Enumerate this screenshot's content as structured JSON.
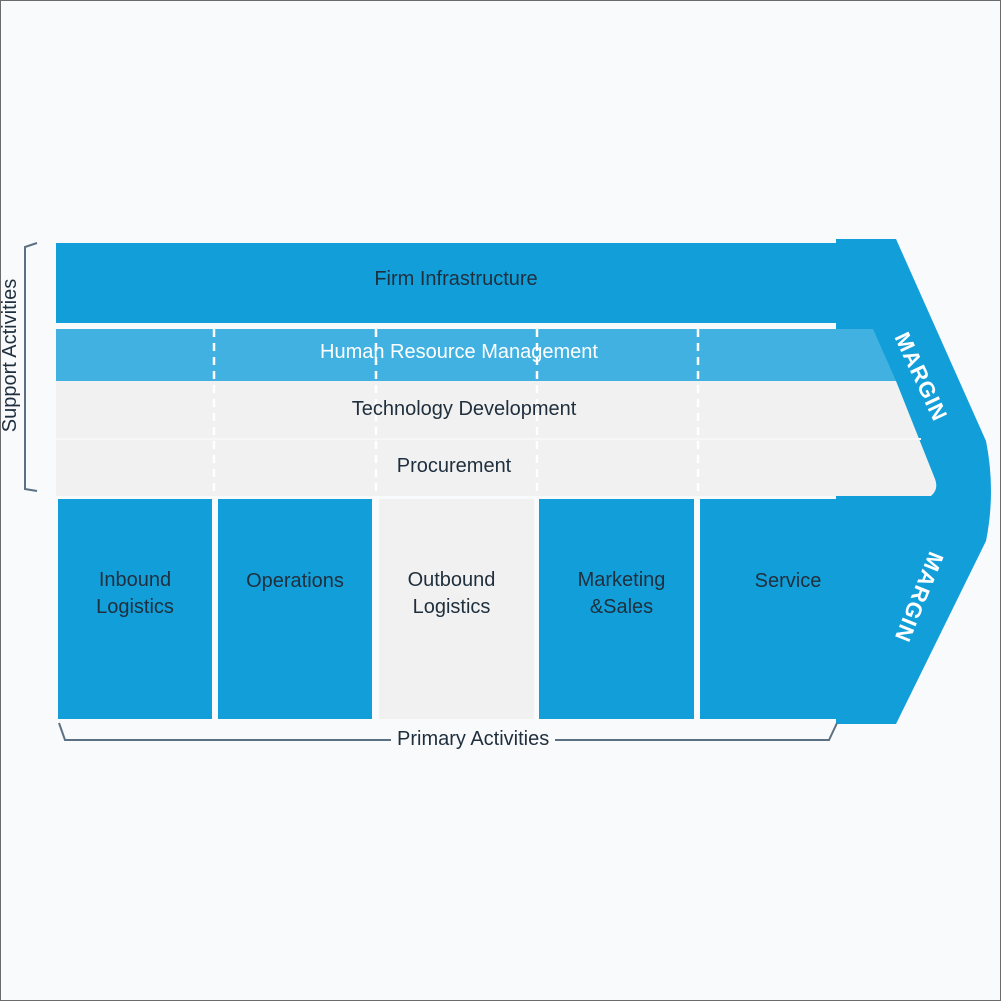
{
  "support_label": "Support Activities",
  "primary_label": "Primary Activities",
  "margin_label": "MARGIN",
  "colors": {
    "blue": "#129fd9",
    "light_blue": "#41b1e1",
    "gray_row": "#f1f1f1",
    "text": "#1f2f3d"
  },
  "support": {
    "firm_infrastructure": "Firm Infrastructure",
    "human_resource": "Human Resource Management",
    "technology": "Technology Development",
    "procurement": "Procurement"
  },
  "primary": [
    {
      "label": "Inbound\nLogistics",
      "style": "blue"
    },
    {
      "label": "Operations",
      "style": "blue"
    },
    {
      "label": "Outbound\nLogistics",
      "style": "gray"
    },
    {
      "label": "Marketing\n&Sales",
      "style": "blue"
    },
    {
      "label": "Service",
      "style": "blue"
    }
  ]
}
